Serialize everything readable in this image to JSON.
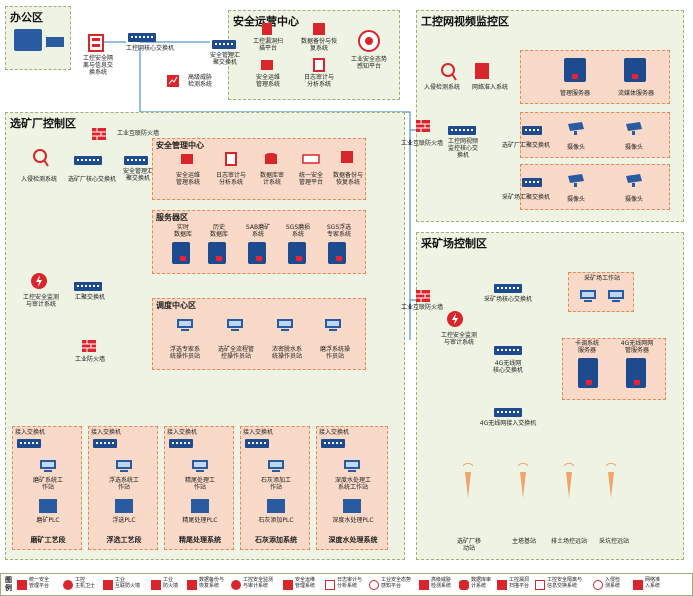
{
  "zones": {
    "office": {
      "title": "办公区"
    },
    "sec_ops": {
      "title": "安全运营中心"
    },
    "video": {
      "title": "工控网视频监控区"
    },
    "plant": {
      "title": "选矿厂控制区"
    },
    "mine": {
      "title": "采矿场控制区"
    }
  },
  "office": {
    "isolation": "工控安全隔\n离与信息交\n换系统",
    "core_switch": "工控网核心交换机",
    "agg_switch": "安全管理汇\n聚交换机",
    "threat": "高级威胁\n检测系统"
  },
  "sec_ops": {
    "items": [
      "工控漏洞扫\n描平台",
      "数据备份与恢\n复系统",
      "安全运维\n管理系统",
      "日志审计与\n分析系统",
      "工业安全态势\n感知平台"
    ]
  },
  "video": {
    "ids": "入侵检测系统",
    "gap": "网络准入系统",
    "mgmt_server": "管理服务器",
    "media_server": "流媒体服务器",
    "fw": "工业互联防火墙",
    "core_switch": "工控网视频\n监控核心交\n换机",
    "plant_agg": "选矿厂汇聚交换机",
    "mine_agg": "采矿场汇聚交换机",
    "camera": "摄像头"
  },
  "plant": {
    "fw_top": "工业互联防火墙",
    "ids": "入侵检测系统",
    "core_switch": "选矿厂核心交换机",
    "agg_switch": "安全管理汇\n聚交换机",
    "mgmt_center": {
      "title": "安全管理中心",
      "items": [
        "安全运维\n管理系统",
        "日志审计与\n分析系统",
        "数据库审\n计系统",
        "统一安全\n管理平台",
        "数据备份与\n恢复系统"
      ]
    },
    "server_zone": {
      "title": "服务器区",
      "items": [
        "实时\n数据库",
        "历史\n数据库",
        "SAB磨矿\n系统",
        "SGS磨损\n系统",
        "SGS浮选\n专家系统"
      ]
    },
    "dispatch": {
      "title": "调度中心区",
      "items": [
        "浮选专家系\n统操作员站",
        "选矿全流程管\n控操作员站",
        "浓密脱水系\n统操作员站",
        "磨浮系统操\n作员站"
      ]
    },
    "audit": "工控安全监测\n与审计系统",
    "agg": "汇聚交换机",
    "fw_bottom": "工业防火墙",
    "sections": [
      {
        "title": "磨矿工艺段",
        "access": "接入交换机",
        "station": "磨矿系统工\n作站",
        "plc": "磨矿PLC"
      },
      {
        "title": "浮选工艺段",
        "access": "接入交换机",
        "station": "浮选系统工\n作站",
        "plc": "浮选PLC"
      },
      {
        "title": "精尾处理系统",
        "access": "接入交换机",
        "station": "精尾处理工\n作站",
        "plc": "精尾处理PLC"
      },
      {
        "title": "石灰添加系统",
        "access": "接入交换机",
        "station": "石灰添加工\n作站",
        "plc": "石灰添加PLC"
      },
      {
        "title": "深度水处理系统",
        "access": "接入交换机",
        "station": "深度水处理工\n系统工作站",
        "plc": "深度水处理PLC"
      }
    ]
  },
  "mine": {
    "fw": "工业互联防火墙",
    "core_switch": "采矿场核心交换机",
    "workstation_title": "采矿场工作站",
    "audit": "工控安全监测\n与审计系统",
    "core_4g": "4G无线网\n核心交换机",
    "srv_a": "卡调系统\n服务器",
    "srv_b": "4G无线网网\n管服务器",
    "access_4g": "4G无线网接入交换机",
    "towers": [
      "选矿厂移\n动站",
      "主塔基站",
      "排土场控远站",
      "采坑控远站"
    ]
  },
  "legend": {
    "title": "图\n例",
    "items": [
      "统一安全\n管理平台",
      "工控\n主机卫士",
      "工业\n互联防火墙",
      "工业\n防火墙",
      "数据备份与\n恢复系统",
      "工控安全监测\n与审计系统",
      "安全运维\n管理系统",
      "日志审计与\n分析系统",
      "工业安全态势\n感知平台",
      "高级威胁\n检测系统",
      "数据库审\n计系统",
      "工控漏洞\n扫描平台",
      "工控安全隔离与\n信息交换系统",
      "入侵检\n测系统",
      "网络准\n入系统"
    ]
  },
  "colors": {
    "zone_bg": "#eef3e3",
    "sub_bg": "#f9d9c7",
    "switch": "#1e4b8f",
    "accent_red": "#d9262c"
  }
}
